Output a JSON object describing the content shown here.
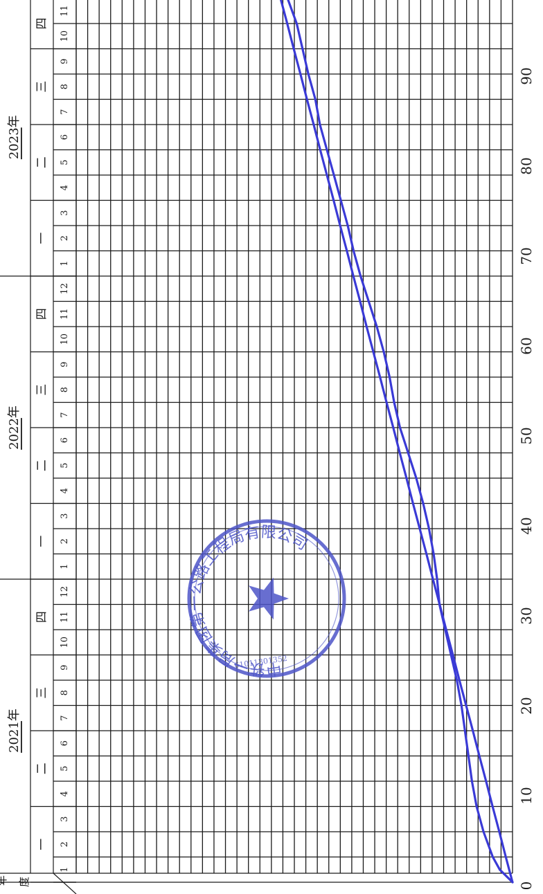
{
  "chart_data": {
    "type": "line",
    "orientation": "rotated-90-clockwise",
    "years": [
      {
        "label": "2021",
        "suffix": "年",
        "quarters": [
          "一",
          "二",
          "三",
          "四"
        ]
      },
      {
        "label": "2022",
        "suffix": "年",
        "quarters": [
          "一",
          "二",
          "三",
          "四"
        ]
      },
      {
        "label": "2023",
        "suffix": "年",
        "quarters": [
          "一",
          "二",
          "三",
          "四"
        ]
      }
    ],
    "month_labels": [
      "1",
      "2",
      "3",
      "4",
      "5",
      "6",
      "7",
      "8",
      "9",
      "10",
      "11",
      "12",
      "1",
      "2",
      "3",
      "4",
      "5",
      "6",
      "7",
      "8",
      "9",
      "10",
      "11",
      "12",
      "1",
      "2",
      "3",
      "4",
      "5",
      "6",
      "7",
      "8",
      "9",
      "10",
      "11"
    ],
    "header_cell_text": [
      "度",
      "年"
    ],
    "percent_ticks": [
      0,
      10,
      20,
      30,
      40,
      50,
      60,
      70,
      80,
      90
    ],
    "axis_range": [
      0,
      100
    ],
    "month_range": [
      0,
      35
    ],
    "grid": true,
    "line_color": "#3a3ad6",
    "series": [
      {
        "x": [
          0,
          1,
          2,
          3,
          4,
          5,
          6,
          7,
          8,
          9,
          10,
          11,
          12,
          13,
          14,
          15,
          16,
          17,
          18,
          19,
          20,
          21,
          22,
          23,
          24,
          25,
          26,
          27,
          28,
          29,
          30,
          31,
          32,
          33,
          34,
          35
        ],
        "y": [
          0,
          2.9,
          5.7,
          8.6,
          11.4,
          14.3,
          17.1,
          20,
          22.9,
          25.7,
          28.6,
          31.4,
          34.3,
          37.1,
          40,
          42.9,
          45.7,
          48.6,
          51.4,
          54.3,
          57.1,
          60,
          62.9,
          65.7,
          68.6,
          71.4,
          74.3,
          77.1,
          80,
          82.9,
          85.7,
          88.6,
          91.4,
          94.3,
          97.1,
          100
        ]
      },
      {
        "x": [
          0,
          0.5,
          1,
          2,
          3,
          4,
          5,
          6,
          7,
          8,
          9,
          10,
          11,
          12,
          13,
          14,
          15,
          16,
          17,
          18,
          19,
          20,
          21,
          22,
          23,
          24,
          25,
          26,
          27,
          28,
          29,
          30,
          31,
          32,
          33,
          34,
          35
        ],
        "y": [
          0,
          5.5,
          8.5,
          12.5,
          15.5,
          17.5,
          19,
          20.5,
          22,
          24,
          26.5,
          29,
          31.5,
          32.5,
          34,
          36,
          38.5,
          41.5,
          45,
          48.5,
          51,
          53,
          55.5,
          58.5,
          62,
          65.5,
          68.5,
          71,
          74,
          77,
          80,
          83,
          85,
          88,
          90.5,
          93,
          97
        ]
      }
    ],
    "stamp": {
      "text": "中铁一局集团第一公路工程局有限公司",
      "number": "61011301352",
      "color": "#4d55c8"
    }
  }
}
